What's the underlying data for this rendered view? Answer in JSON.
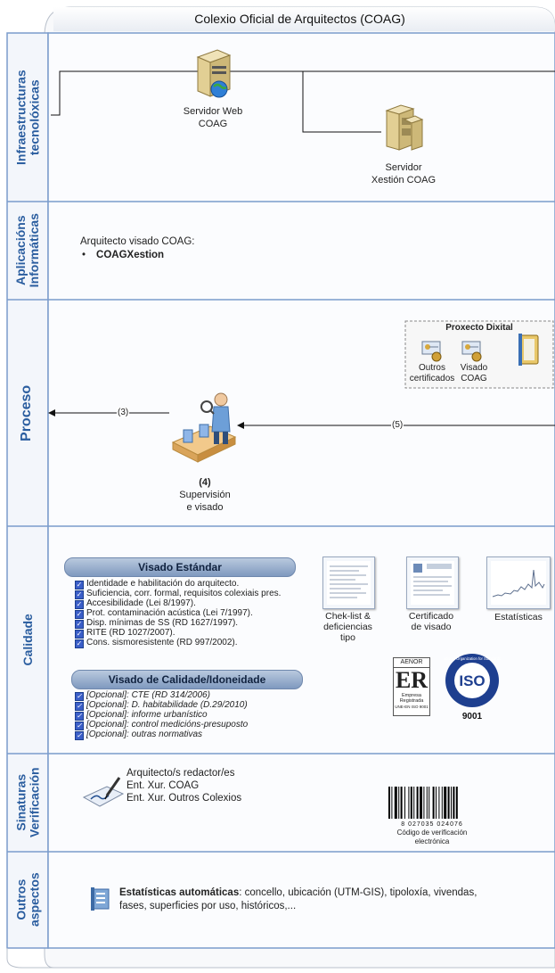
{
  "title": "Colexio Oficial de Arquitectos (COAG)",
  "lanes": {
    "infra": "Infraestructuras\ntecnolóxicas",
    "apps": "Aplicacións\nInformáticas",
    "proceso": "Proceso",
    "calidade": "Calidade",
    "sinaturas": "Sinaturas\nVerificación",
    "outros": "Outros\naspectos"
  },
  "infra": {
    "web_server": "Servidor Web\nCOAG",
    "xestion_server": "Servidor\nXestión COAG"
  },
  "apps": {
    "heading": "Arquitecto visado COAG:",
    "item": "COAGXestion"
  },
  "proceso": {
    "box_title": "Proxecto Dixital",
    "cert_outros": "Outros\ncertificados",
    "cert_visado": "Visado\nCOAG",
    "arrow_left": "(3)",
    "arrow_right": "(5)",
    "step_num": "(4)",
    "step_label": "Supervisión\ne visado"
  },
  "calidade": {
    "standard_title": "Visado Estándar",
    "standard_items": [
      "Identidade e habilitación do arquitecto.",
      "Suficiencia, corr. formal, requisitos colexiais pres.",
      "Accesibilidade (Lei 8/1997).",
      "Prot. contaminación acústica (Lei 7/1997).",
      "Disp. mínimas de SS (RD 1627/1997).",
      "RITE (RD 1027/2007).",
      "Cons. sismoresistente (RD 997/2002)."
    ],
    "quality_title": "Visado de Calidade/Idoneidade",
    "quality_items": [
      "[Opcional]: CTE (RD 314/2006)",
      "[Opcional]: D. habitabilidade (D.29/2010)",
      "[Opcional]: informe urbanístico",
      "[Opcional]: control medicións-presuposto",
      "[Opcional]: outras normativas"
    ],
    "thumb_checklist": "Chek-list &\ndeficiencias\ntipo",
    "thumb_cert": "Certificado\nde visado",
    "thumb_stats": "Estatísticas",
    "aenor_top": "AENOR",
    "aenor_mid": "Empresa\nRegistrada",
    "aenor_bottom": "UNE-EN ISO 9001",
    "iso_ring": "International Organization for Standardization",
    "iso_text": "ISO",
    "iso_num": "9001"
  },
  "sinaturas": {
    "signers": "Arquitecto/s redactor/es\nEnt. Xur. COAG\nEnt. Xur. Outros Colexios",
    "barcode_number": "8 027035 024076",
    "barcode_caption": "Código de verificación\nelectrónica"
  },
  "outros": {
    "bold": "Estatísticas automáticas",
    "rest": ": concello, ubicación (UTM-GIS), tipoloxía, vivendas,\nfases, superficies por uso, históricos,..."
  },
  "colors": {
    "lane_border": "#7b9ccc",
    "lane_fill": "#f3f6fb",
    "label_text": "#2a5d9f",
    "pill": "#8aa3c6"
  }
}
